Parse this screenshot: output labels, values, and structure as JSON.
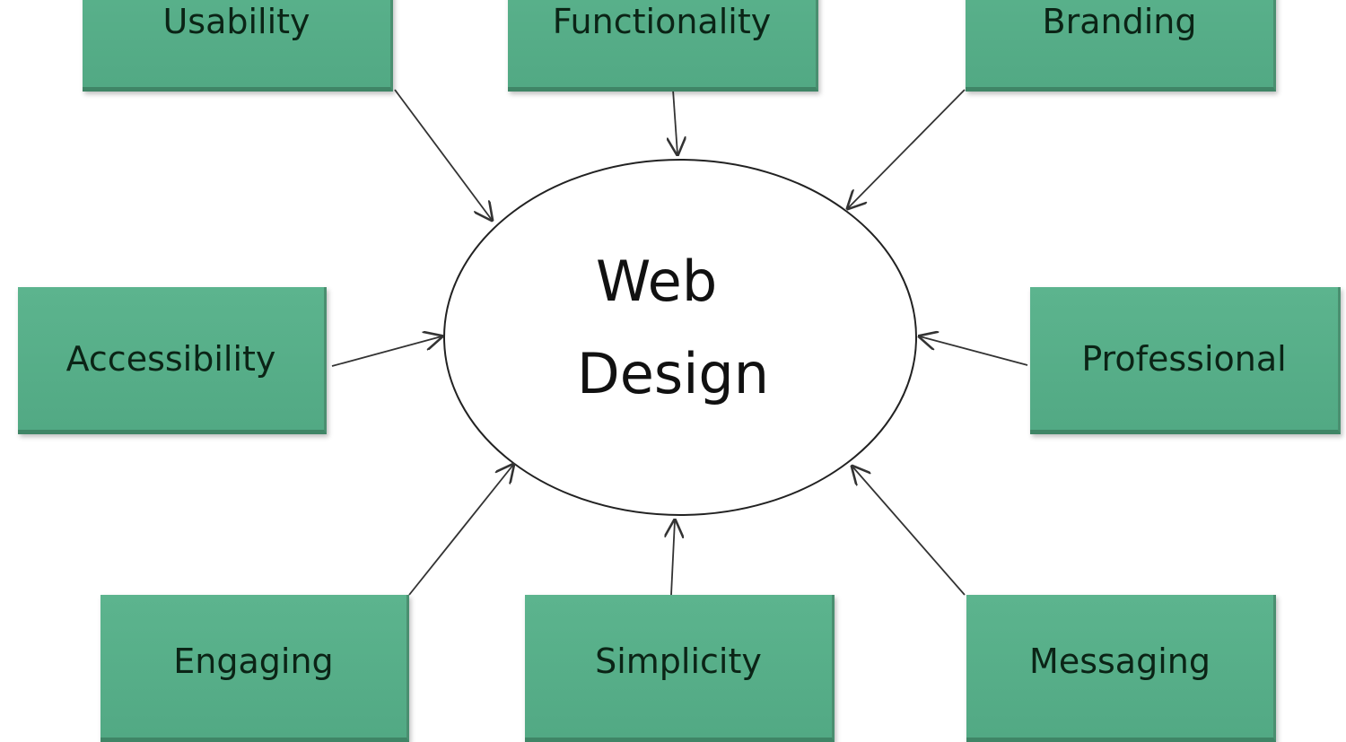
{
  "center": {
    "line1": "Web",
    "line2": "Design"
  },
  "nodes": {
    "usability": "Usability",
    "functionality": "Functionality",
    "branding": "Branding",
    "accessibility": "Accessibility",
    "professional": "Professional",
    "engaging": "Engaging",
    "simplicity": "Simplicity",
    "messaging": "Messaging"
  },
  "colors": {
    "box": "#55ad87",
    "arrow": "#333333"
  }
}
